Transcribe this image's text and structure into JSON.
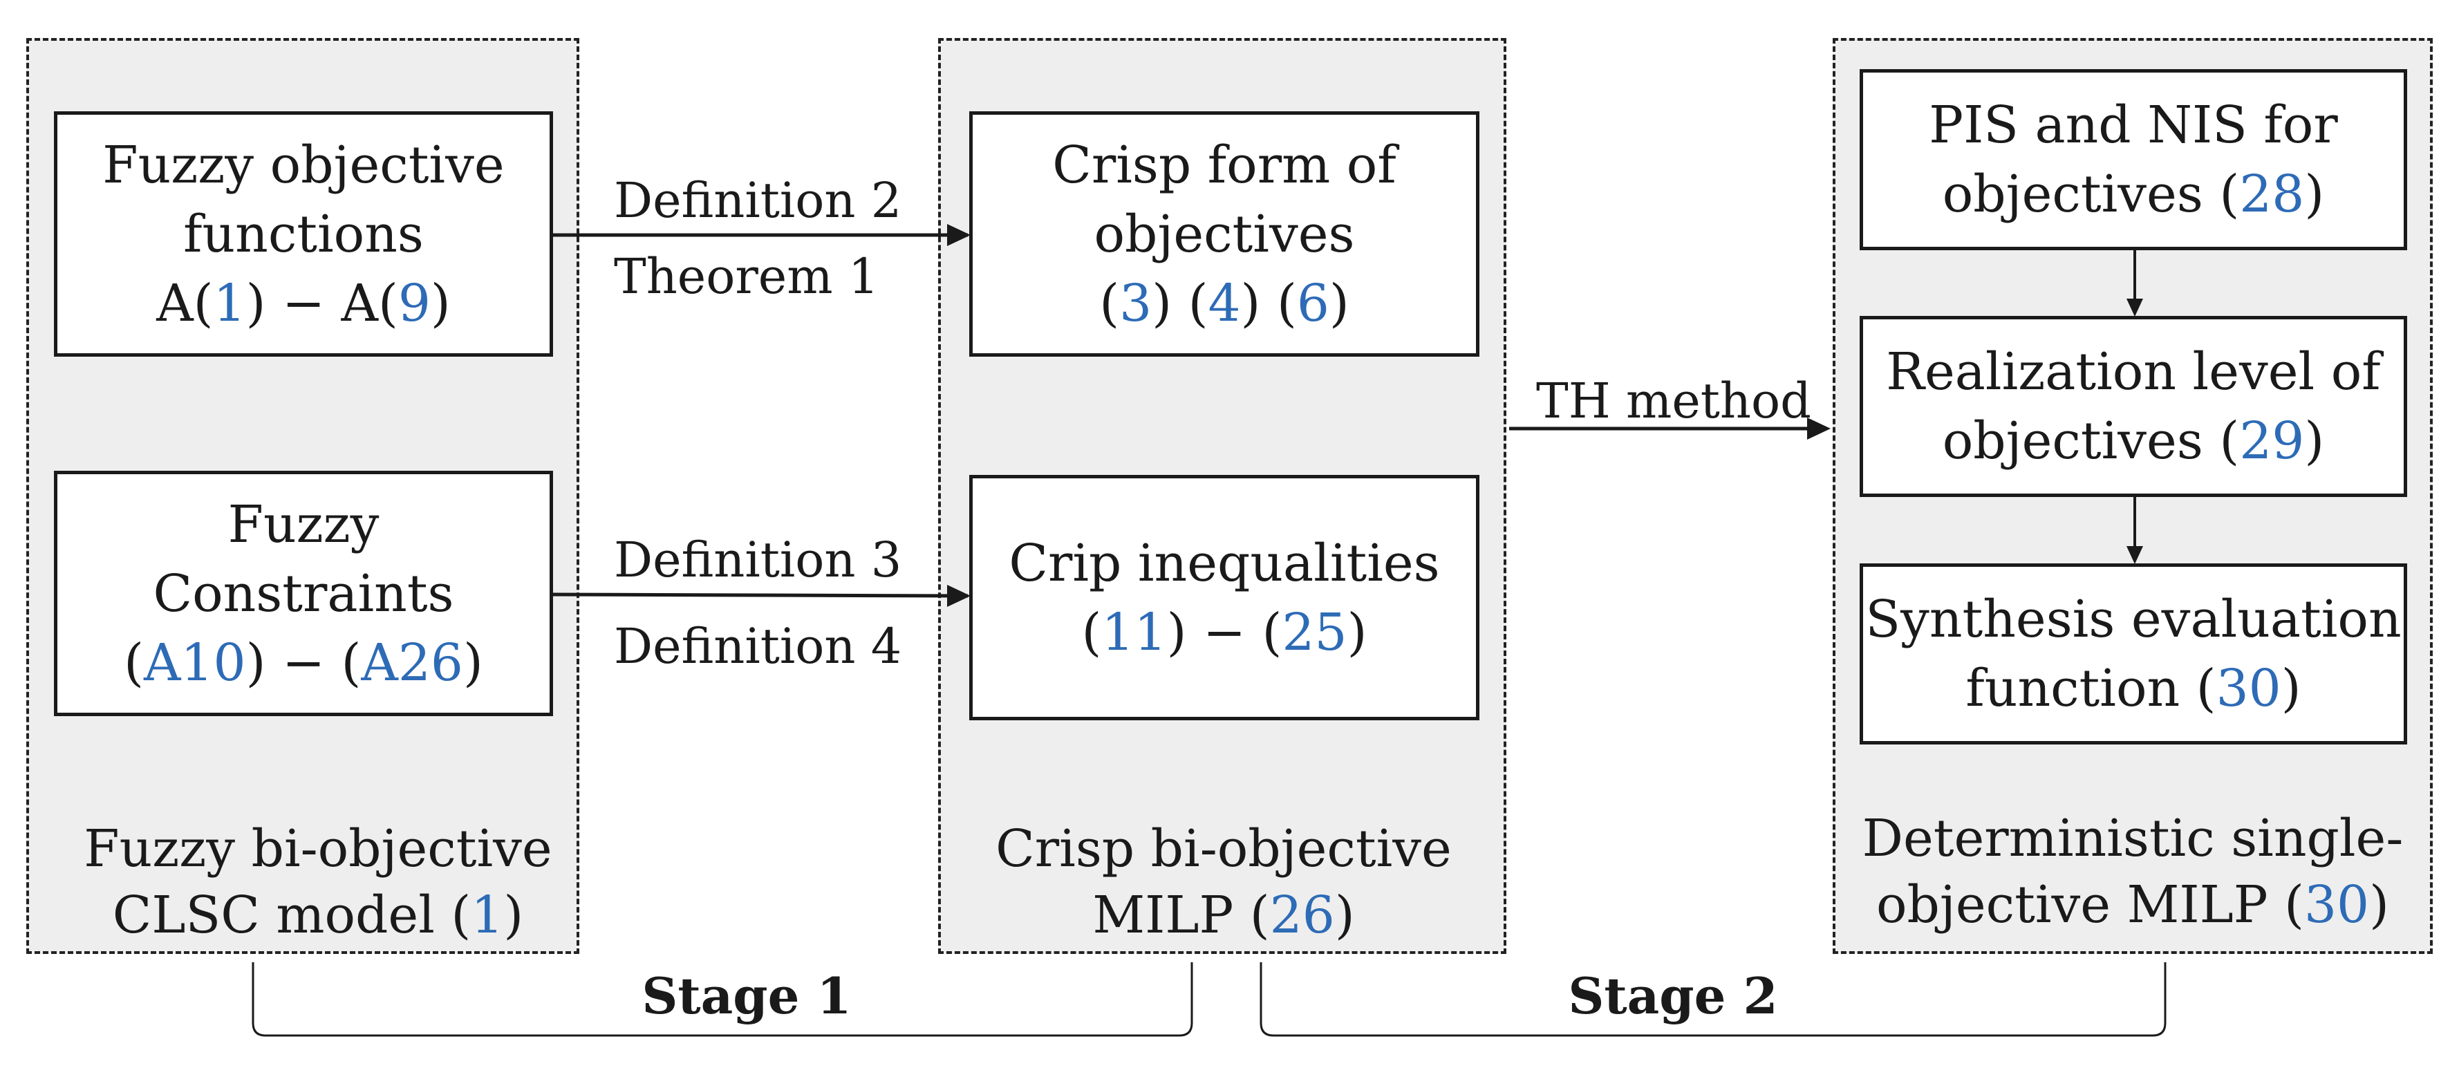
{
  "stage1": {
    "box_objectives": {
      "line1": "Fuzzy objective",
      "line2": "functions",
      "l3_a": "A(",
      "l3_n1": "1",
      "l3_b": ") − A(",
      "l3_n2": "9",
      "l3_c": ")"
    },
    "box_constraints": {
      "line1": "Fuzzy",
      "line2": "Constraints",
      "l3_a": "(",
      "l3_r1": "A10",
      "l3_b": ") − (",
      "l3_r2": "A26",
      "l3_c": ")"
    },
    "caption": {
      "line1": "Fuzzy bi-objective",
      "l2_a": "CLSC model (",
      "l2_ref": "1",
      "l2_b": ")"
    }
  },
  "arrow_labels": {
    "top_1": "Definition 2",
    "top_2": "Theorem 1",
    "bottom_1": "Definition 3",
    "bottom_2": "Definition 4",
    "th_method": "TH method"
  },
  "crisp": {
    "box_objectives": {
      "line1": "Crisp form of",
      "line2": "objectives",
      "l3_a": "(",
      "r1": "3",
      "l3_b": ") (",
      "r2": "4",
      "l3_c": ") (",
      "r3": "6",
      "l3_d": ")"
    },
    "box_inequalities": {
      "line1": "Crip inequalities",
      "l2_a": "(",
      "r1": "11",
      "l2_b": ") − (",
      "r2": "25",
      "l2_c": ")"
    },
    "caption": {
      "line1": "Crisp bi-objective",
      "l2_a": "MILP (",
      "l2_ref": "26",
      "l2_b": ")"
    }
  },
  "stage2": {
    "box_pis": {
      "line1": "PIS and NIS for",
      "l2_a": "objectives (",
      "l2_ref": "28",
      "l2_b": ")"
    },
    "box_realization": {
      "line1": "Realization level of",
      "l2_a": "objectives (",
      "l2_ref": "29",
      "l2_b": ")"
    },
    "box_synthesis": {
      "line1": "Synthesis evaluation",
      "l2_a": "function (",
      "l2_ref": "30",
      "l2_b": ")"
    },
    "caption": {
      "line1": "Deterministic single-",
      "l2_a": "objective MILP (",
      "l2_ref": "30",
      "l2_b": ")"
    }
  },
  "stages": {
    "stage1_label": "Stage 1",
    "stage2_label": "Stage 2"
  },
  "colors": {
    "reference": "#2d6bb6",
    "panel_fill": "#eeeeee",
    "stroke": "#1a1a1a"
  }
}
